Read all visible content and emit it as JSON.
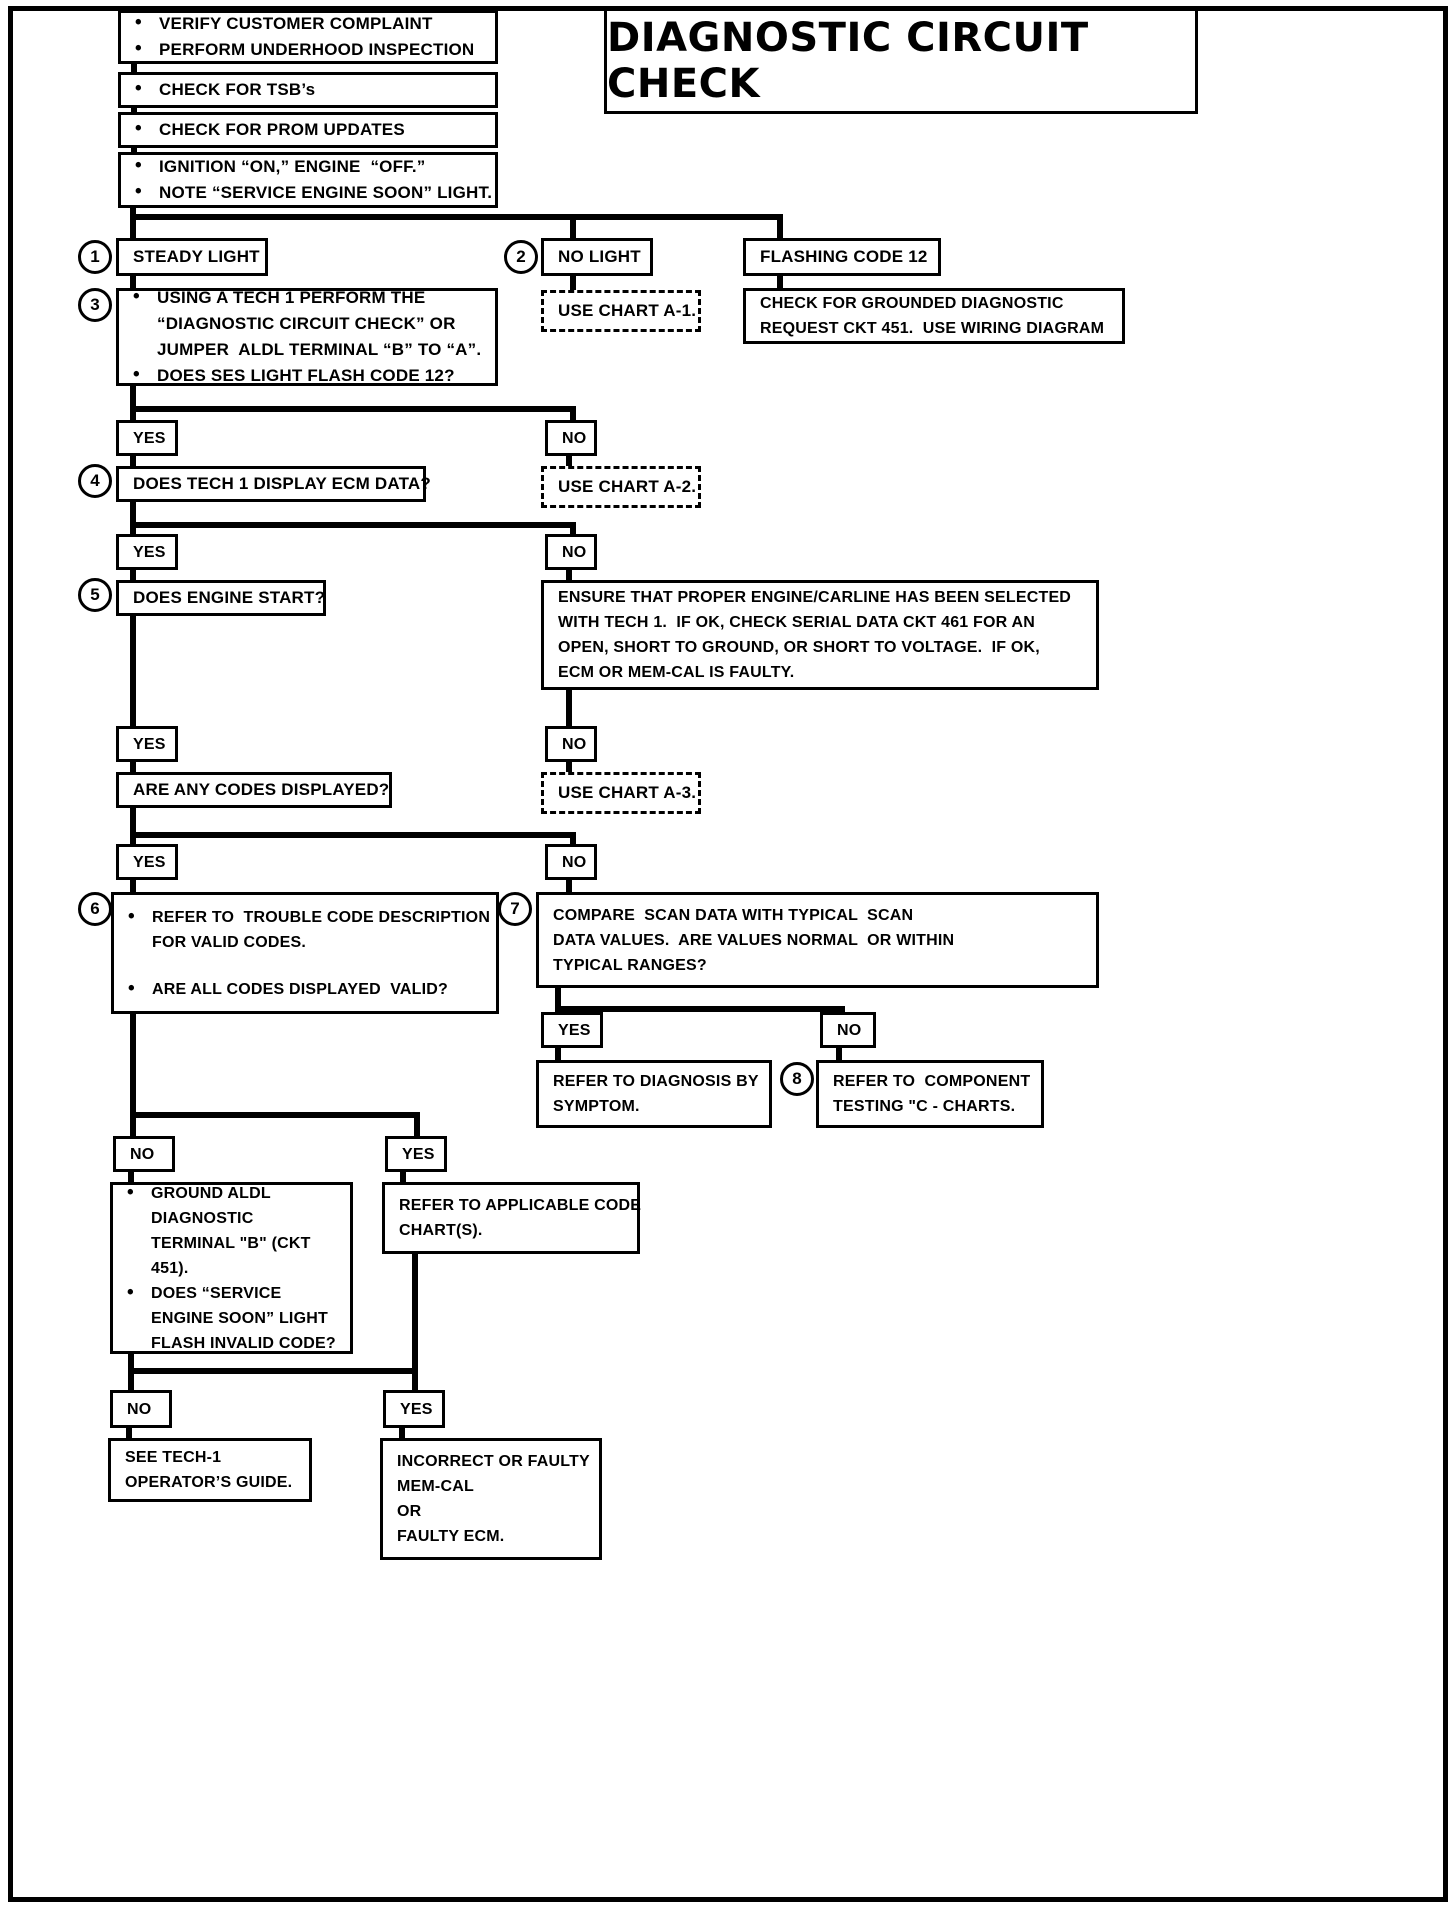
{
  "title": "DIAGNOSTIC CIRCUIT CHECK",
  "colors": {
    "ink": "#000000",
    "paper": "#ffffff"
  },
  "steps": {
    "s1": "1",
    "s2": "2",
    "s3": "3",
    "s4": "4",
    "s5": "5",
    "s6": "6",
    "s7": "7",
    "s8": "8"
  },
  "labels": {
    "yes": "YES",
    "no": "NO"
  },
  "nodes": {
    "verify": {
      "l1": "VERIFY CUSTOMER COMPLAINT",
      "l2": "PERFORM UNDERHOOD INSPECTION"
    },
    "tsb": {
      "l1": "CHECK FOR TSB’s"
    },
    "prom": {
      "l1": "CHECK FOR PROM UPDATES"
    },
    "ignition": {
      "l1": "IGNITION “ON,” ENGINE  “OFF.”",
      "l2": "NOTE “SERVICE ENGINE SOON” LIGHT."
    },
    "steady_light": {
      "l1": "STEADY LIGHT"
    },
    "no_light": {
      "l1": "NO LIGHT"
    },
    "flashing_code_12": {
      "l1": "FLASHING CODE 12"
    },
    "chart_a1": {
      "l1": "USE CHART A-1."
    },
    "grounded": {
      "l1": "CHECK FOR GROUNDED DIAGNOSTIC",
      "l2": "REQUEST CKT 451.  USE WIRING DIAGRAM"
    },
    "tech1_perform": {
      "l1": "USING A TECH 1 PERFORM THE",
      "l2": "“DIAGNOSTIC CIRCUIT CHECK” OR",
      "l3": "JUMPER  ALDL TERMINAL “B” TO “A”.",
      "l4": "DOES SES LIGHT FLASH CODE 12?"
    },
    "ecm_data": {
      "l1": "DOES TECH 1 DISPLAY ECM DATA?"
    },
    "chart_a2": {
      "l1": "USE CHART A-2."
    },
    "engine_start": {
      "l1": "DOES ENGINE START?"
    },
    "ensure": {
      "l1": "ENSURE THAT PROPER ENGINE/CARLINE HAS BEEN SELECTED",
      "l2": "WITH TECH 1.  IF OK, CHECK SERIAL DATA CKT 461 FOR AN",
      "l3": "OPEN, SHORT TO GROUND, OR SHORT TO VOLTAGE.  IF OK,",
      "l4": "ECM OR MEM-CAL IS FAULTY."
    },
    "codes_displayed": {
      "l1": "ARE ANY CODES DISPLAYED?"
    },
    "chart_a3": {
      "l1": "USE CHART A-3."
    },
    "refer_trouble": {
      "l1": "REFER TO  TROUBLE CODE DESCRIPTION",
      "l2": "FOR VALID CODES.",
      "l3": "ARE ALL CODES DISPLAYED  VALID?"
    },
    "compare_scan": {
      "l1": "COMPARE  SCAN DATA WITH TYPICAL  SCAN",
      "l2": "DATA VALUES.  ARE VALUES NORMAL  OR WITHIN",
      "l3": "TYPICAL RANGES?"
    },
    "diag_symptom": {
      "l1": "REFER TO DIAGNOSIS BY",
      "l2": "SYMPTOM."
    },
    "component_testing": {
      "l1": "REFER TO  COMPONENT",
      "l2": "TESTING \"C - CHARTS."
    },
    "ground_aldl": {
      "l1": "GROUND ALDL",
      "l2": "DIAGNOSTIC",
      "l3": "TERMINAL \"B\" (CKT",
      "l4": "451).",
      "l5": "DOES “SERVICE",
      "l6": "ENGINE SOON” LIGHT",
      "l7": "FLASH INVALID CODE?"
    },
    "applicable_code": {
      "l1": "REFER TO APPLICABLE CODE",
      "l2": "CHART(S)."
    },
    "tech1_guide": {
      "l1": "SEE TECH-1",
      "l2": "OPERATOR’S GUIDE."
    },
    "faulty_memcal": {
      "l1": "INCORRECT OR FAULTY",
      "l2": "MEM-CAL",
      "l3": "OR",
      "l4": "FAULTY ECM."
    }
  }
}
